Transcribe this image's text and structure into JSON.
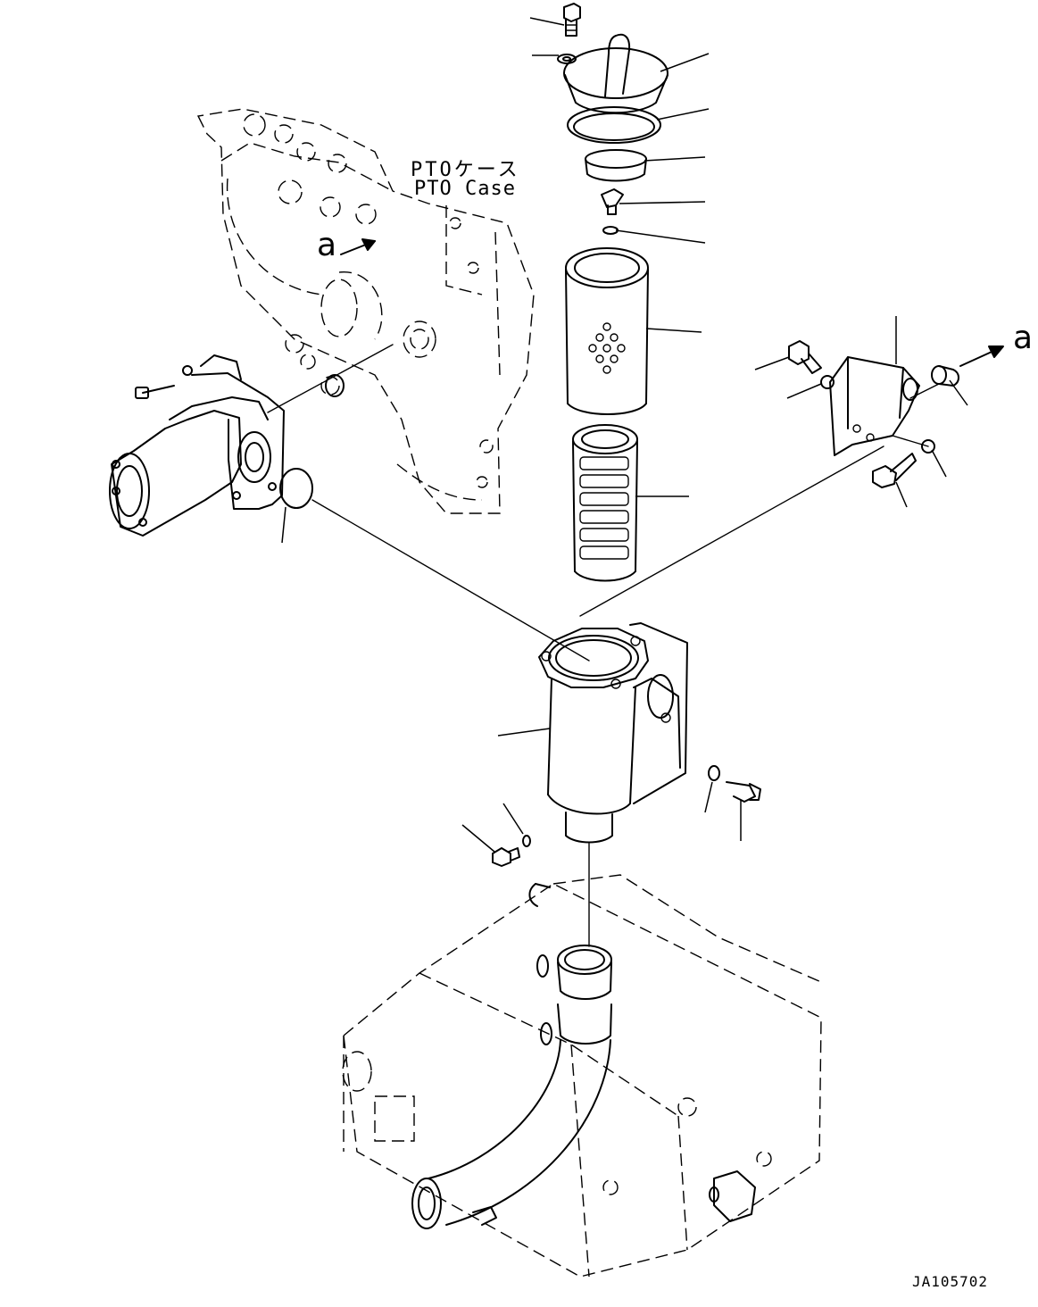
{
  "diagram": {
    "labels": {
      "pto_case_jp": "PTOケース",
      "pto_case_en": "PTO Case",
      "view_marker_left": "a",
      "view_marker_right": "a",
      "drawing_number": "JA105702"
    }
  }
}
